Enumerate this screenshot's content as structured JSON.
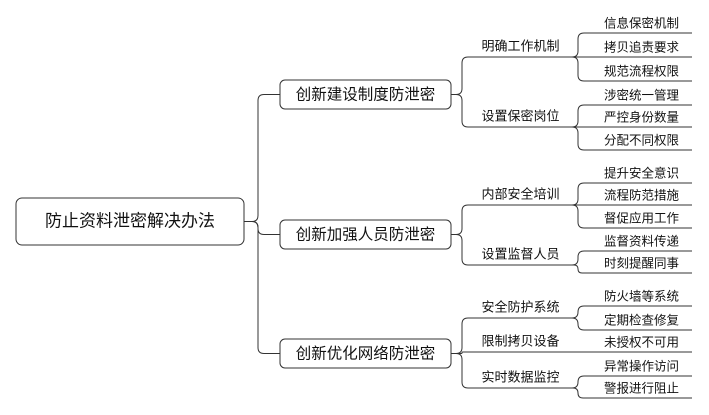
{
  "root": {
    "label": "防止资料泄密解决办法"
  },
  "branches": [
    {
      "label": "创新建设制度防泄密",
      "subs": [
        {
          "label": "明确工作机制",
          "leaves": [
            "信息保密机制",
            "拷贝追责要求",
            "规范流程权限"
          ]
        },
        {
          "label": "设置保密岗位",
          "leaves": [
            "涉密统一管理",
            "严控身份数量",
            "分配不同权限"
          ]
        }
      ]
    },
    {
      "label": "创新加强人员防泄密",
      "subs": [
        {
          "label": "内部安全培训",
          "leaves": [
            "提升安全意识",
            "流程防范措施",
            "督促应用工作"
          ]
        },
        {
          "label": "设置监督人员",
          "leaves": [
            "监督资料传递",
            "时刻提醒同事"
          ]
        }
      ]
    },
    {
      "label": "创新优化网络防泄密",
      "subs": [
        {
          "label": "安全防护系统",
          "leaves": [
            "防火墙等系统",
            "定期检查修复"
          ]
        },
        {
          "label": "限制拷贝设备",
          "leaves": [
            "未授权不可用"
          ]
        },
        {
          "label": "实时数据监控",
          "leaves": [
            "异常操作访问",
            "警报进行阻止"
          ]
        }
      ]
    }
  ],
  "colors": {
    "line": "#333333",
    "box_border": "#333333",
    "text": "#111111",
    "background": "#ffffff"
  }
}
